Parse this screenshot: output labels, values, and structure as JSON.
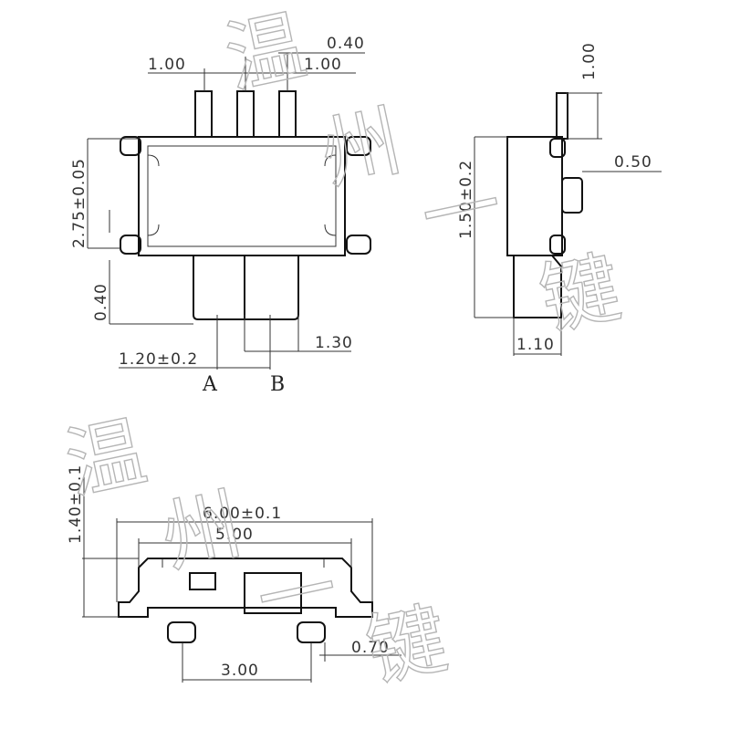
{
  "watermark": {
    "chars_a": [
      "温",
      "州",
      "一",
      "键"
    ],
    "chars_b": [
      "温",
      "州",
      "一",
      "键"
    ]
  },
  "top_view": {
    "dim_pitch_left": "1.00",
    "dim_pin_width": "0.40",
    "dim_pitch_right": "1.00",
    "dim_height": "2.75±0.05",
    "dim_tab": "0.40",
    "dim_pos_a": "1.20±0.2",
    "dim_travel": "1.30",
    "label_a": "A",
    "label_b": "B"
  },
  "side_view": {
    "dim_pin": "1.00",
    "dim_height": "1.50±0.2",
    "dim_knob": "0.50",
    "dim_width": "1.10"
  },
  "front_view": {
    "dim_total_height": "1.40±0.1",
    "dim_total_width": "6.00±0.1",
    "dim_body_width": "5.00",
    "dim_pin_spacing": "3.00",
    "dim_pin_size": "0.70"
  }
}
